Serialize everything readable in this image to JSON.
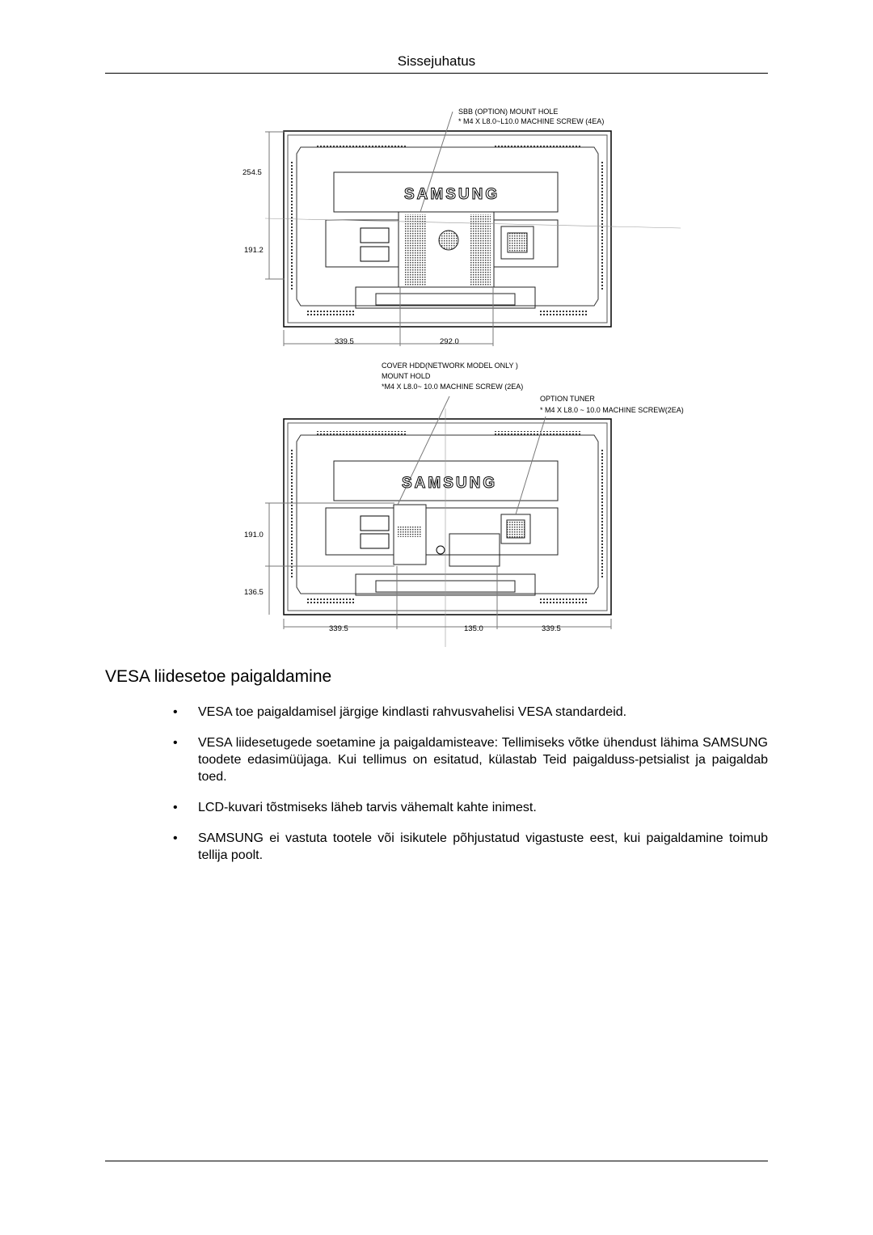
{
  "header": {
    "title": "Sissejuhatus"
  },
  "diagram1": {
    "brand": "SAMSUNG",
    "callout_line1": "SBB (OPTION) MOUNT HOLE",
    "callout_line2": "* M4 X L8.0~L10.0 MACHINE SCREW (4EA)",
    "dim_upper": "254.5",
    "dim_lower": "191.2",
    "dim_bottom_left": "339.5",
    "dim_bottom_right": "292.0"
  },
  "diagram2": {
    "brand": "SAMSUNG",
    "callout_left_line1": "COVER HDD(NETWORK MODEL ONLY )",
    "callout_left_line2": "MOUNT HOLD",
    "callout_left_line3": "*M4 X L8.0~ 10.0 MACHINE SCREW (2EA)",
    "callout_right_line1": "OPTION TUNER",
    "callout_right_line2": "* M4 X L8.0 ~ 10.0 MACHINE SCREW(2EA)",
    "dim_upper": "191.0",
    "dim_lower": "136.5",
    "dim_bottom_left": "339.5",
    "dim_bottom_mid": "135.0",
    "dim_bottom_right": "339.5"
  },
  "section": {
    "heading": "VESA liidesetoe paigaldamine",
    "bullet_symbol": "•",
    "bullets": [
      "VESA toe paigaldamisel järgige kindlasti rahvusvahelisi VESA standardeid.",
      "VESA liidesetugede soetamine ja paigaldamisteave: Tellimiseks võtke ühendust lähima SAMSUNG toodete edasimüüjaga. Kui tellimus on esitatud, külastab Teid paigalduss-petsialist ja paigaldab toed.",
      "LCD-kuvari tõstmiseks läheb tarvis vähemalt kahte inimest.",
      "SAMSUNG ei vastuta tootele või isikutele põhjustatud vigastuste eest, kui paigaldamine toimub tellija poolt."
    ]
  }
}
